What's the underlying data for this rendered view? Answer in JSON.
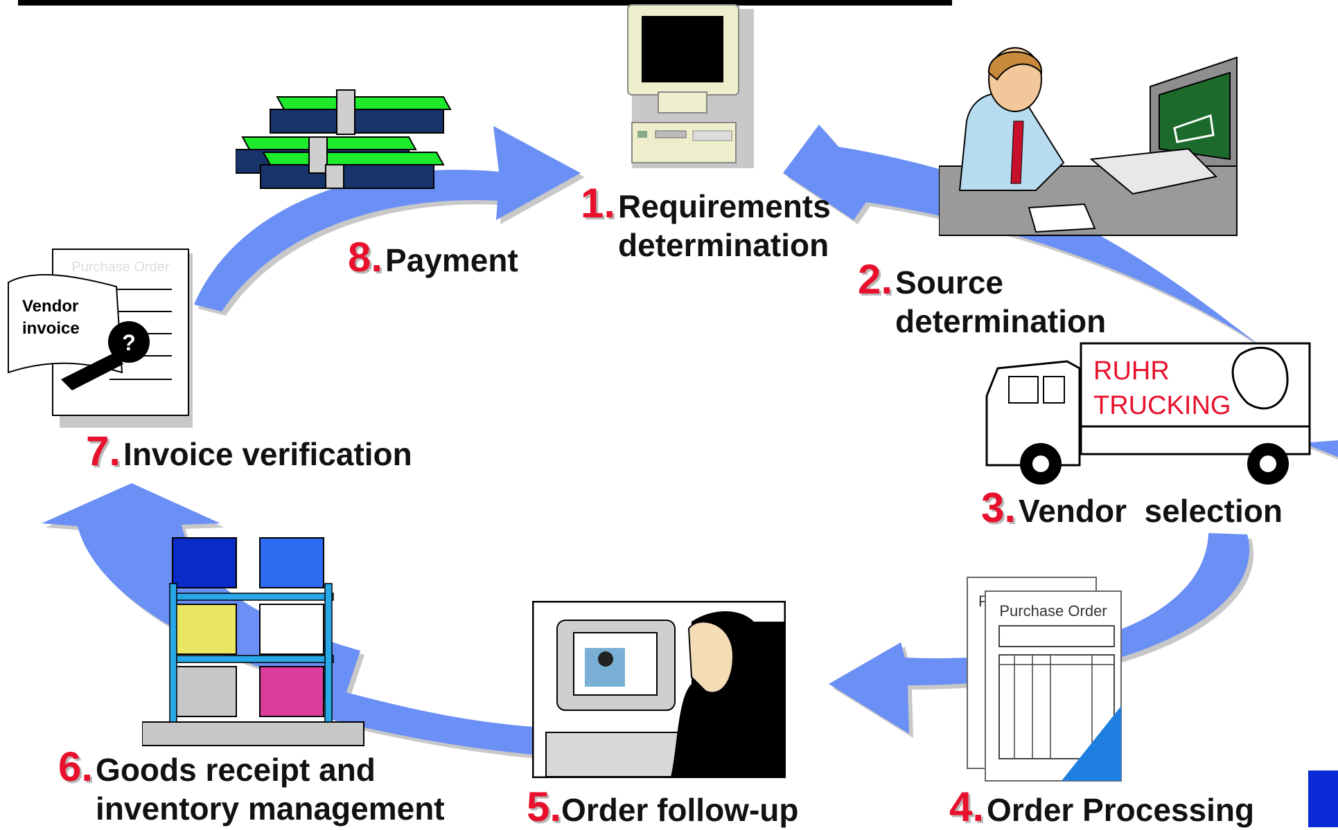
{
  "steps": [
    {
      "num": "1.",
      "lines": [
        "Requirements",
        "determination"
      ]
    },
    {
      "num": "2.",
      "lines": [
        "Source",
        "determination"
      ]
    },
    {
      "num": "3.",
      "lines": [
        "Vendor  selection"
      ]
    },
    {
      "num": "4.",
      "lines": [
        "Order Processing"
      ]
    },
    {
      "num": "5.",
      "lines": [
        "Order follow-up"
      ]
    },
    {
      "num": "6.",
      "lines": [
        "Goods receipt and",
        "inventory management"
      ]
    },
    {
      "num": "7.",
      "lines": [
        "Invoice verification"
      ]
    },
    {
      "num": "8.",
      "lines": [
        "Payment"
      ]
    }
  ],
  "illustrations": {
    "truck_text": [
      "RUHR",
      "TRUCKING"
    ],
    "purchase_order_title": "Purchase Order",
    "purchase_order_back_letter": "P",
    "invoice_title": "Purchase Order",
    "invoice_lines": [
      "Vendor",
      "invoice"
    ],
    "invoice_symbol": "?"
  },
  "colors": {
    "arrow": "#6a8ff5",
    "number": "#e8102c",
    "corner": "#0a2bd6"
  }
}
